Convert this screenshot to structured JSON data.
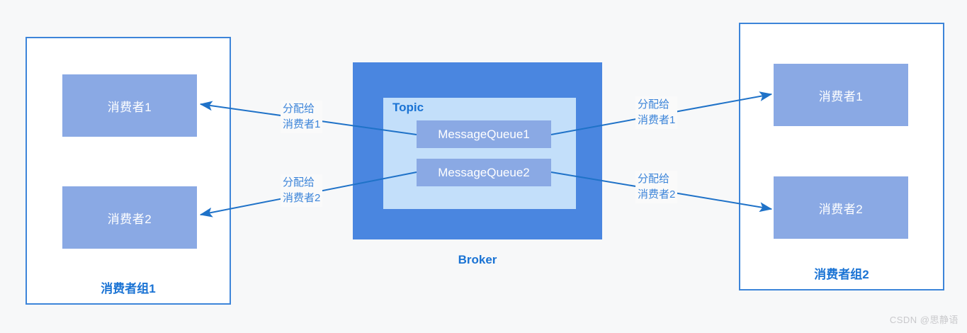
{
  "page": {
    "background_color": "#f7f8f9",
    "accent_color": "#1a73d4",
    "arrow_color": "#1f72c8",
    "broker_fill": "#4a86e0",
    "topic_fill": "#c3dffa",
    "node_fill": "#8aa9e4",
    "group_border_color": "#3d85d9"
  },
  "groups": {
    "left": {
      "caption": "消费者组1",
      "consumers": [
        {
          "label": "消费者1"
        },
        {
          "label": "消费者2"
        }
      ]
    },
    "right": {
      "caption": "消费者组2",
      "consumers": [
        {
          "label": "消费者1"
        },
        {
          "label": "消费者2"
        }
      ]
    }
  },
  "broker": {
    "caption": "Broker",
    "topic": {
      "label": "Topic",
      "queues": [
        {
          "label": "MessageQueue1"
        },
        {
          "label": "MessageQueue2"
        }
      ]
    }
  },
  "edges": [
    {
      "id": "left-1",
      "line1": "分配给",
      "line2": "消费者1",
      "from": "MessageQueue1",
      "to": "消费者组1/消费者1"
    },
    {
      "id": "left-2",
      "line1": "分配给",
      "line2": "消费者2",
      "from": "MessageQueue2",
      "to": "消费者组1/消费者2"
    },
    {
      "id": "right-1",
      "line1": "分配给",
      "line2": "消费者1",
      "from": "MessageQueue1",
      "to": "消费者组2/消费者1"
    },
    {
      "id": "right-2",
      "line1": "分配给",
      "line2": "消费者2",
      "from": "MessageQueue2",
      "to": "消费者组2/消费者2"
    }
  ],
  "watermark": {
    "text": "CSDN @思静语"
  }
}
